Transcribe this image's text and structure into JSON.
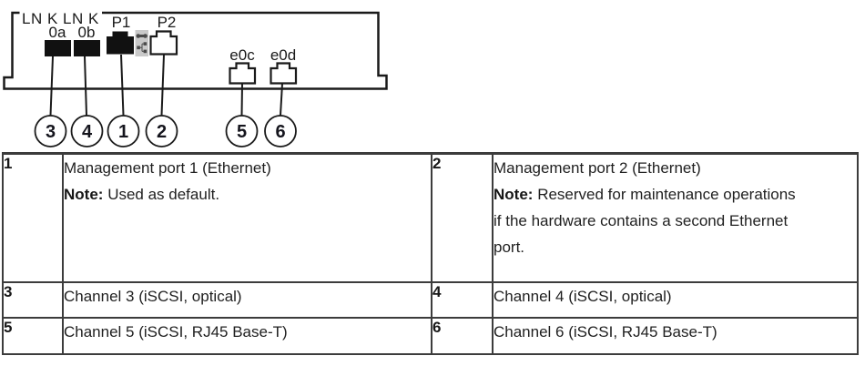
{
  "diagram": {
    "top_label": "LN K LN K",
    "port_labels": {
      "sfp_a": "0a",
      "sfp_b": "0b",
      "mgmt1": "P1",
      "mgmt2": "P2",
      "eth_c": "e0c",
      "eth_d": "e0d"
    },
    "callouts": [
      "3",
      "4",
      "1",
      "2",
      "5",
      "6"
    ],
    "colors": {
      "line": "#1a1a1a",
      "port_fill": "#111111",
      "badge_bg": "#c9c9c9",
      "badge_glyph": "#4a4a4a"
    }
  },
  "table": {
    "border_color": "#3c3c3c",
    "rows": [
      {
        "cells": [
          {
            "num": "1",
            "title": "Management port 1 (Ethernet)",
            "note_label": "Note:",
            "note_text": "Used as default."
          },
          {
            "num": "2",
            "title": "Management port 2 (Ethernet)",
            "note_label": "Note:",
            "note_text": "Reserved for maintenance operations if the hardware contains a second Ethernet port."
          }
        ]
      },
      {
        "cells": [
          {
            "num": "3",
            "title": "Channel 3 (iSCSI, optical)"
          },
          {
            "num": "4",
            "title": "Channel 4 (iSCSI, optical)"
          }
        ]
      },
      {
        "cells": [
          {
            "num": "5",
            "title": "Channel 5 (iSCSI, RJ45 Base-T)"
          },
          {
            "num": "6",
            "title": "Channel 6 (iSCSI, RJ45 Base-T)"
          }
        ]
      }
    ]
  }
}
